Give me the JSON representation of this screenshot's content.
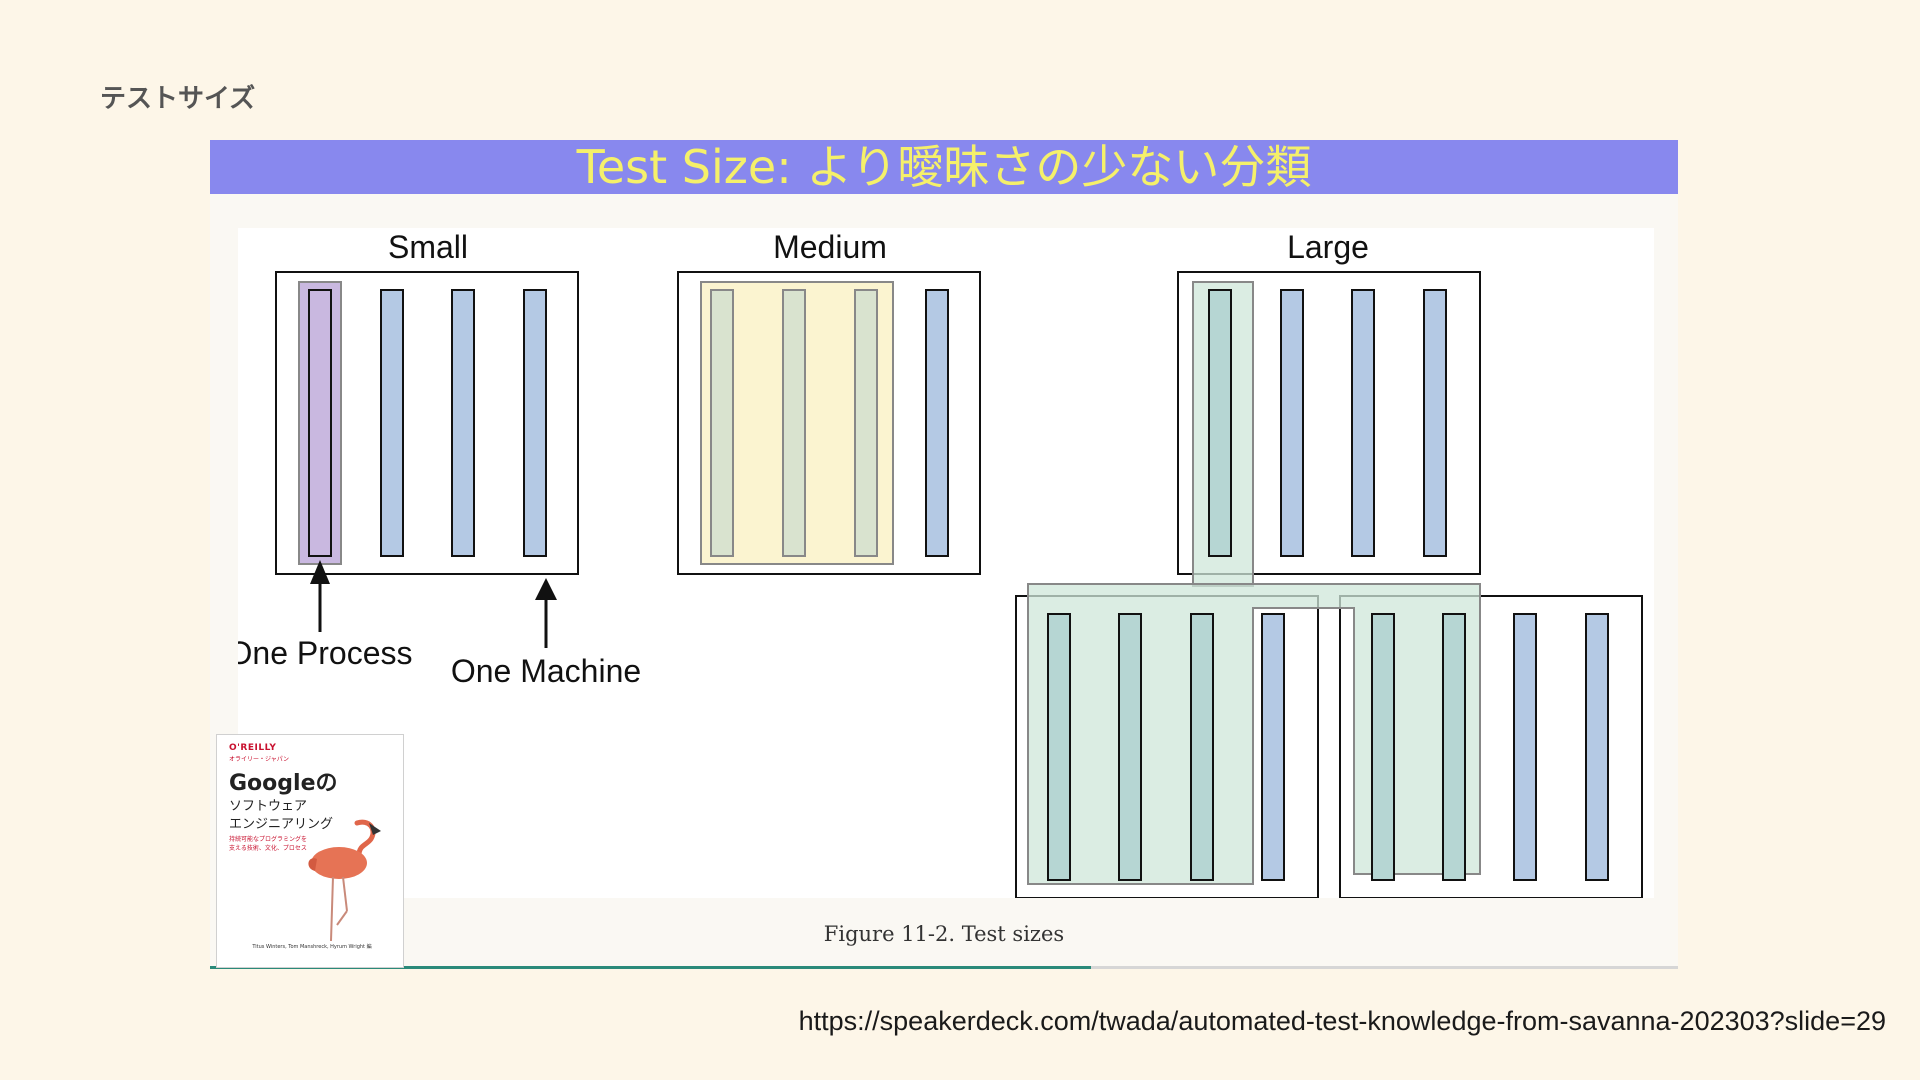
{
  "page": {
    "title": "テストサイズ",
    "source_url": "https://speakerdeck.com/twada/automated-test-knowledge-from-savanna-202303?slide=29"
  },
  "slide": {
    "header": "Test Size: より曖昧さの少ない分類",
    "caption": "Figure 11-2. Test sizes",
    "progress_fraction": 0.6
  },
  "figure": {
    "labels": {
      "small": "Small",
      "medium": "Medium",
      "large": "Large",
      "one_process": "One Process",
      "one_machine": "One Machine"
    },
    "colors": {
      "process_bar": "#b4c9e4",
      "process_highlight": "#c9b8e0",
      "medium_highlight": "#fbf4d0",
      "large_highlight": "#cfe7d9",
      "stroke": "#111111"
    }
  },
  "book": {
    "publisher": "O'REILLY",
    "publisher_sub": "オライリー・ジャパン",
    "title_line1": "Googleの",
    "title_line2": "ソフトウェア",
    "title_line3": "エンジニアリング",
    "subtitle": "持続可能なプログラミングを支える技術、文化、プロセス",
    "authors": "Titus Winters, Tom Manshreck, Hyrum Wright 編",
    "illustration": "flamingo-illustration"
  },
  "colors": {
    "page_background": "#fdf6e8",
    "header_background": "#8888ee",
    "header_text": "#f5f06a",
    "progress": "#2a8a7a"
  }
}
